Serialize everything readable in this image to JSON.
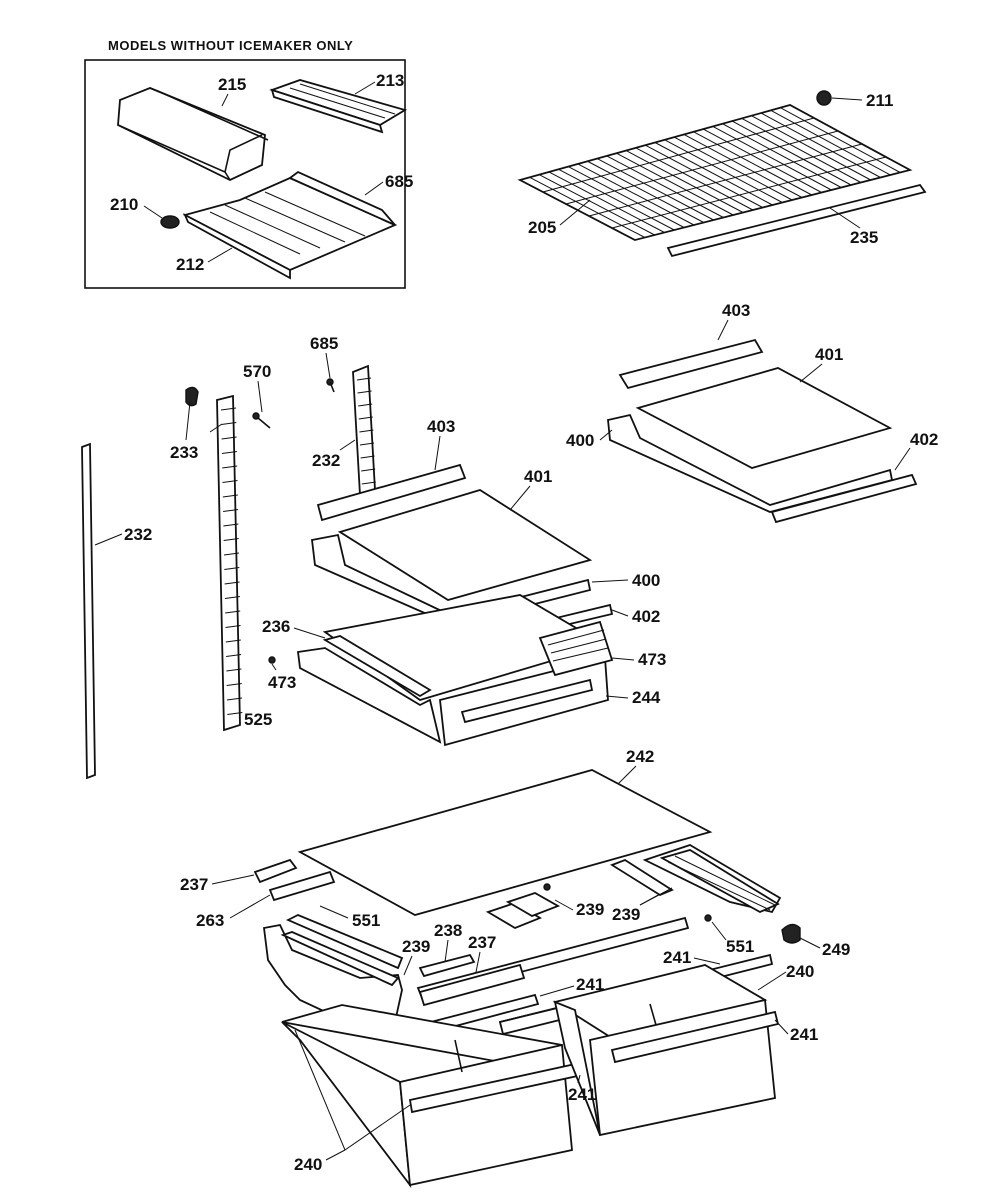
{
  "inset": {
    "title": "MODELS WITHOUT ICEMAKER ONLY"
  },
  "labels": {
    "l215": "215",
    "l213": "213",
    "l685a": "685",
    "l210": "210",
    "l212": "212",
    "l211": "211",
    "l205": "205",
    "l235": "235",
    "l403a": "403",
    "l401a": "401",
    "l400a": "400",
    "l402a": "402",
    "l685b": "685",
    "l570": "570",
    "l233": "233",
    "l232a": "232",
    "l232b": "232",
    "l403b": "403",
    "l401b": "401",
    "l400b": "400",
    "l402b": "402",
    "l236": "236",
    "l473a": "473",
    "l473b": "473",
    "l244": "244",
    "l525": "525",
    "l242": "242",
    "l237a": "237",
    "l263": "263",
    "l551a": "551",
    "l239a": "239",
    "l239b": "239",
    "l238": "238",
    "l237b": "237",
    "l239c": "239",
    "l551b": "551",
    "l249": "249",
    "l241a": "241",
    "l240a": "240",
    "l241b": "241",
    "l241c": "241",
    "l241d": "241",
    "l240b": "240"
  }
}
